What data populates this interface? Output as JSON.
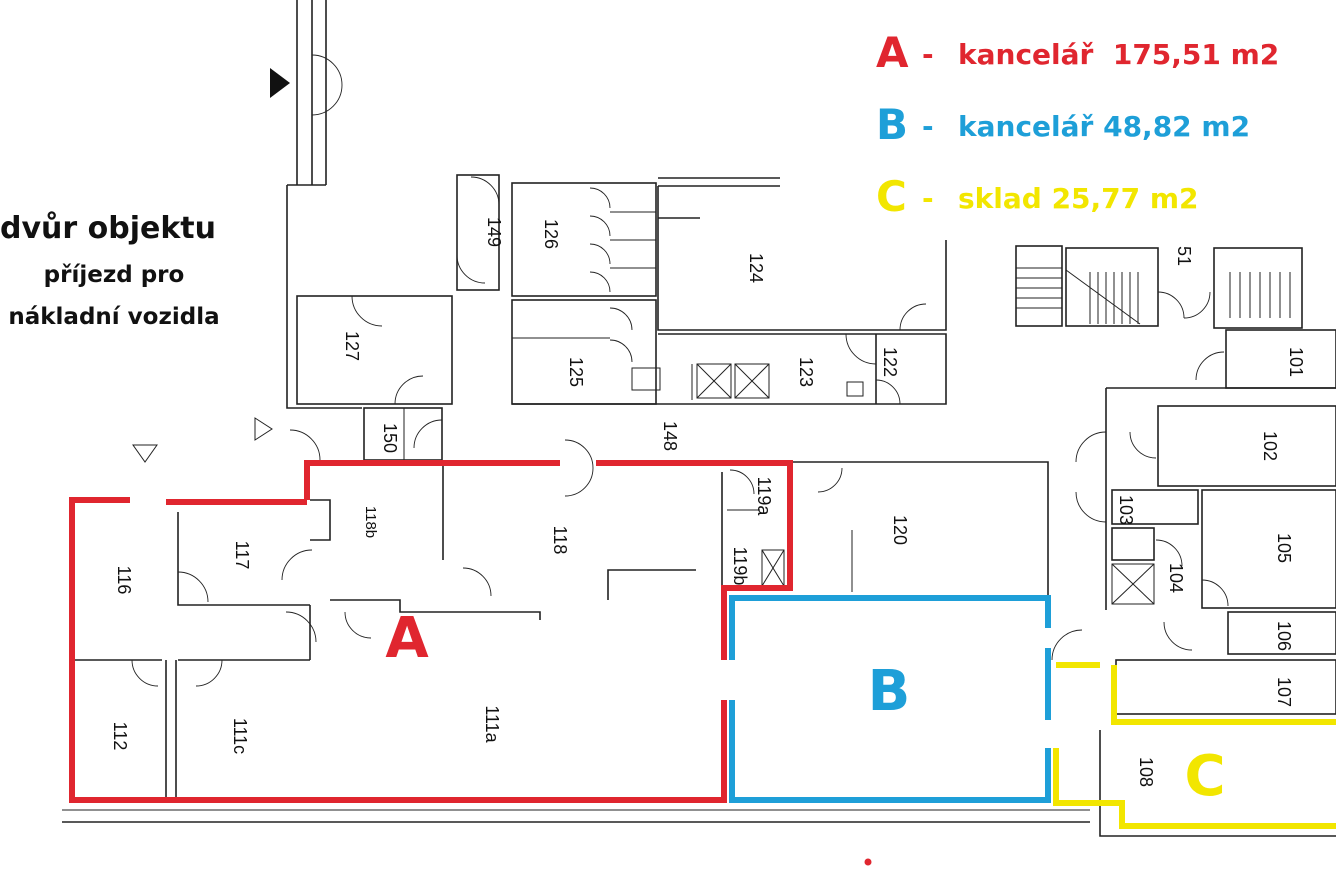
{
  "legend": [
    {
      "letter": "A",
      "dash": "-",
      "text": "kancelář  175,51 m2",
      "color": "#e0262f"
    },
    {
      "letter": "B",
      "dash": "-",
      "text": "kancelář 48,82 m2",
      "color": "#1e9fd8"
    },
    {
      "letter": "C",
      "dash": "-",
      "text": "sklad 25,77 m2",
      "color": "#f2e600"
    }
  ],
  "courtyard": {
    "title": "dvůr objektu",
    "line1": "příjezd pro",
    "line2": "nákladní vozidla"
  },
  "zones": {
    "A": "A",
    "B": "B",
    "C": "C"
  },
  "rooms": {
    "r149": "149",
    "r126": "126",
    "r124": "124",
    "r127": "127",
    "r125": "125",
    "r123": "123",
    "r122": "122",
    "r51": "51",
    "r101": "101",
    "r150": "150",
    "r148": "148",
    "r102": "102",
    "r118b": "118b",
    "r118": "118",
    "r119a": "119a",
    "r119b": "119b",
    "r120": "120",
    "r103": "103",
    "r105": "105",
    "r116": "116",
    "r117": "117",
    "r104": "104",
    "r106": "106",
    "r107": "107",
    "r112": "112",
    "r111c": "111c",
    "r111a": "111a",
    "r108": "108"
  },
  "colors": {
    "zone_a": "#e0262f",
    "zone_b": "#1e9fd8",
    "zone_c": "#f2e600",
    "walls": "#222222"
  }
}
